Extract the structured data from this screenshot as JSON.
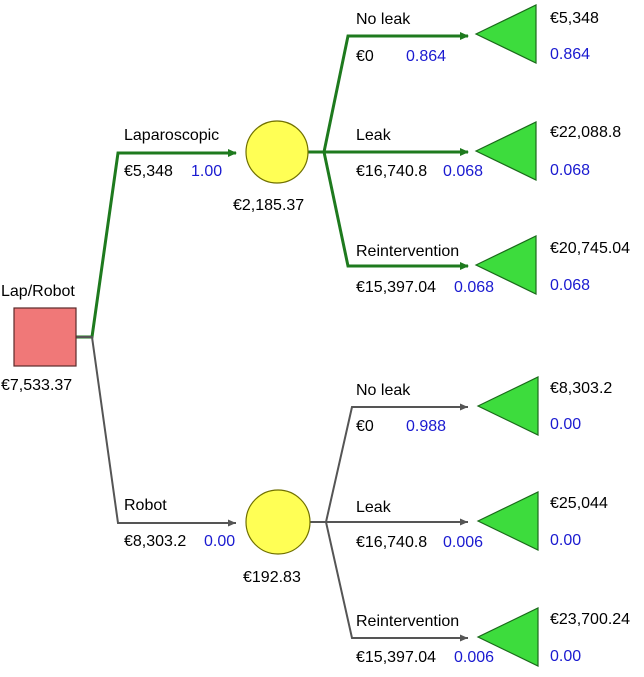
{
  "colors": {
    "optimal_branch": "#1e7a1e",
    "other_branch": "#555555",
    "decision_fill": "#f07878",
    "chance_fill": "#ffff55",
    "terminal_fill": "#3ddc3d",
    "probability_text": "#1a1ad0"
  },
  "decision": {
    "name": "Lap/Robot",
    "value": "€7,533.37"
  },
  "arms": [
    {
      "name": "Laparoscopic",
      "cost": "€5,348",
      "prob": "1.00",
      "chance_value": "€2,185.37",
      "optimal": true,
      "outcomes": [
        {
          "name": "No leak",
          "cost": "€0",
          "prob": "0.864",
          "payoff": "€5,348",
          "payoff_prob": "0.864"
        },
        {
          "name": "Leak",
          "cost": "€16,740.8",
          "prob": "0.068",
          "payoff": "€22,088.8",
          "payoff_prob": "0.068"
        },
        {
          "name": "Reintervention",
          "cost": "€15,397.04",
          "prob": "0.068",
          "payoff": "€20,745.04",
          "payoff_prob": "0.068"
        }
      ]
    },
    {
      "name": "Robot",
      "cost": "€8,303.2",
      "prob": "0.00",
      "chance_value": "€192.83",
      "optimal": false,
      "outcomes": [
        {
          "name": "No leak",
          "cost": "€0",
          "prob": "0.988",
          "payoff": "€8,303.2",
          "payoff_prob": "0.00"
        },
        {
          "name": "Leak",
          "cost": "€16,740.8",
          "prob": "0.006",
          "payoff": "€25,044",
          "payoff_prob": "0.00"
        },
        {
          "name": "Reintervention",
          "cost": "€15,397.04",
          "prob": "0.006",
          "payoff": "€23,700.24",
          "payoff_prob": "0.00"
        }
      ]
    }
  ]
}
